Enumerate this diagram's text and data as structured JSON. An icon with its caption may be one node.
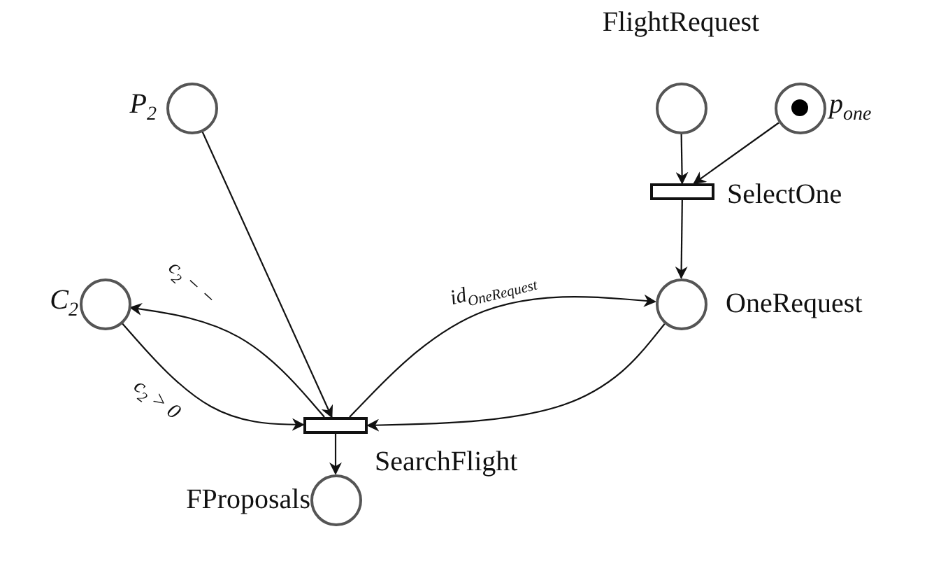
{
  "diagram": {
    "nodes": [
      {
        "text": [],
        "shape": "circle",
        "beside": [
          "P$_{2}$"
        ]
      },
      {
        "text": [],
        "shape": "circle",
        "beside": [
          "FlightRequest"
        ]
      },
      {
        "text": [],
        "shape": "circle",
        "beside": [
          "p$_{one}$"
        ]
      },
      {
        "text": [],
        "shape": "bar",
        "beside": [
          "SelectOne"
        ]
      },
      {
        "text": [],
        "shape": "circle",
        "beside": [
          "C$_{2}$"
        ]
      },
      {
        "text": [],
        "shape": "circle",
        "beside": [
          "OneRequest"
        ]
      },
      {
        "text": [],
        "shape": "bar",
        "beside": [
          "SearchFlight"
        ]
      },
      {
        "text": [],
        "shape": "circle",
        "beside": [
          "FProposals"
        ]
      }
    ],
    "edges": [
      {
        "from": 0,
        "to": 6,
        "arrow": "to"
      },
      {
        "from": 1,
        "to": 3,
        "arrow": "to"
      },
      {
        "from": 2,
        "to": 3,
        "arrow": "to"
      },
      {
        "from": 3,
        "to": 5,
        "arrow": "to"
      },
      {
        "from": 6,
        "to": 4,
        "arrow": "to",
        "label": "c$_{2}$ − −"
      },
      {
        "from": 4,
        "to": 6,
        "arrow": "to",
        "label": "c$_{2}$ > 0"
      },
      {
        "from": 6,
        "to": 5,
        "arrow": "to",
        "label": "id$_{OneRequest}$"
      },
      {
        "from": 5,
        "to": 6,
        "arrow": "to"
      },
      {
        "from": 6,
        "to": 7,
        "arrow": "to"
      }
    ]
  }
}
